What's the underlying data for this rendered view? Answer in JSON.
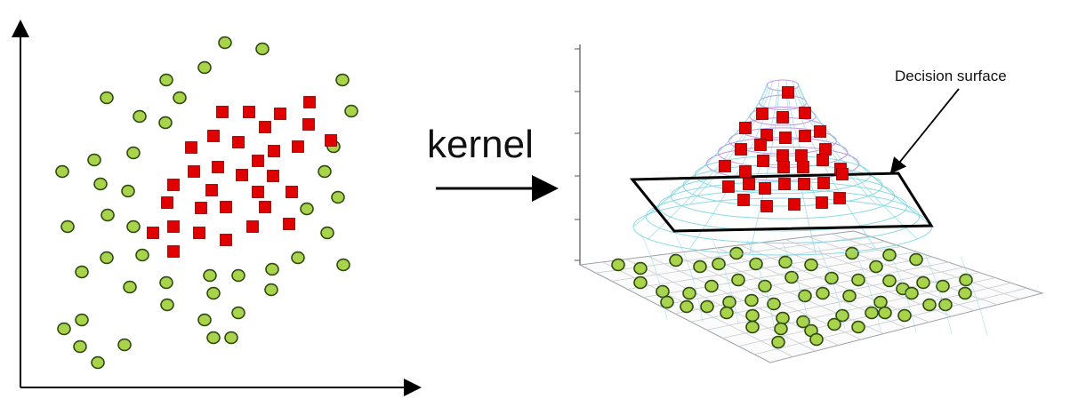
{
  "labels": {
    "kernel": "kernel",
    "decision_surface": "Decision surface"
  },
  "colors": {
    "circle_fill": "#a9d34a",
    "circle_stroke": "#2d4a10",
    "square_fill": "#e00000",
    "square_stroke": "#7a0000",
    "axis": "#000000",
    "mesh_cyan": "#7fd6e0",
    "mesh_purple": "#c08adf",
    "floor_grid": "#c9ccd0"
  },
  "legend_shapes": [
    "green-circle",
    "red-square"
  ]
}
